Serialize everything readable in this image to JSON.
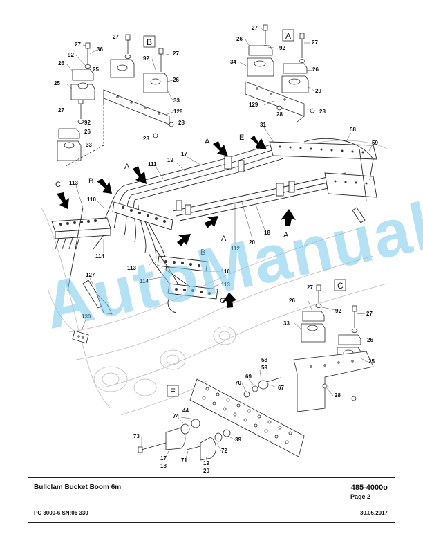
{
  "title_block": {
    "title": "Bullclam Bucket Boom 6m",
    "doc_no": "485-4000o",
    "page": "Page 2",
    "model": "PC 3000-6 SN:06 330",
    "date": "30.05.2017"
  },
  "watermark": "AutoManual",
  "detail_letters": {
    "a": "A",
    "b": "B",
    "c": "C",
    "e": "E"
  },
  "part_numbers": {
    "p17": "17",
    "p18": "18",
    "p19": "19",
    "p20": "20",
    "p25": "25",
    "p26": "26",
    "p27": "27",
    "p28": "28",
    "p29": "29",
    "p31": "31",
    "p33": "33",
    "p34": "34",
    "p36": "36",
    "p39": "39",
    "p44": "44",
    "p58": "58",
    "p59": "59",
    "p67": "67",
    "p69": "69",
    "p70": "70",
    "p71": "71",
    "p72": "72",
    "p73": "73",
    "p74": "74",
    "p92": "92",
    "p110": "110",
    "p111": "111",
    "p112": "112",
    "p113": "113",
    "p114": "114",
    "p127": "127",
    "p128": "128",
    "p129": "129",
    "p130": "130"
  }
}
